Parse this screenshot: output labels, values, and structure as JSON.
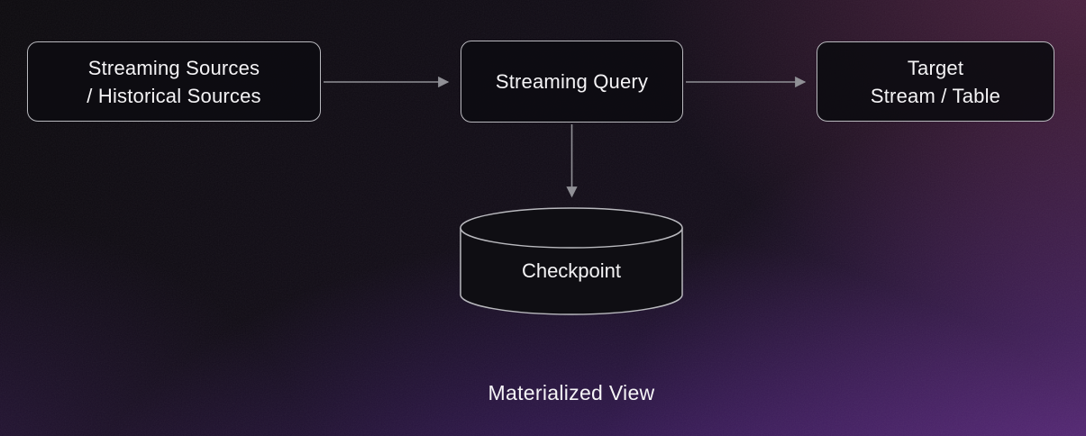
{
  "diagram": {
    "type": "flow-diagram",
    "caption": "Materialized View",
    "nodes": {
      "sources": {
        "lines": [
          "Streaming Sources",
          "/ Historical Sources"
        ]
      },
      "query": {
        "label": "Streaming Query"
      },
      "target": {
        "lines": [
          "Target",
          "Stream / Table"
        ]
      },
      "checkpoint": {
        "label": "Checkpoint",
        "shape": "cylinder"
      }
    },
    "edges": [
      {
        "from": "sources",
        "to": "query",
        "direction": "right"
      },
      {
        "from": "query",
        "to": "target",
        "direction": "right"
      },
      {
        "from": "query",
        "to": "checkpoint",
        "direction": "down"
      }
    ],
    "colors": {
      "background_base": "#0b0810",
      "background_glow_pink": "#ba488a",
      "background_glow_purple": "#9e46da",
      "node_fill": "#0d0c11",
      "node_border": "#b9b9be",
      "arrow": "#909096",
      "text": "#f4f3f5"
    }
  }
}
